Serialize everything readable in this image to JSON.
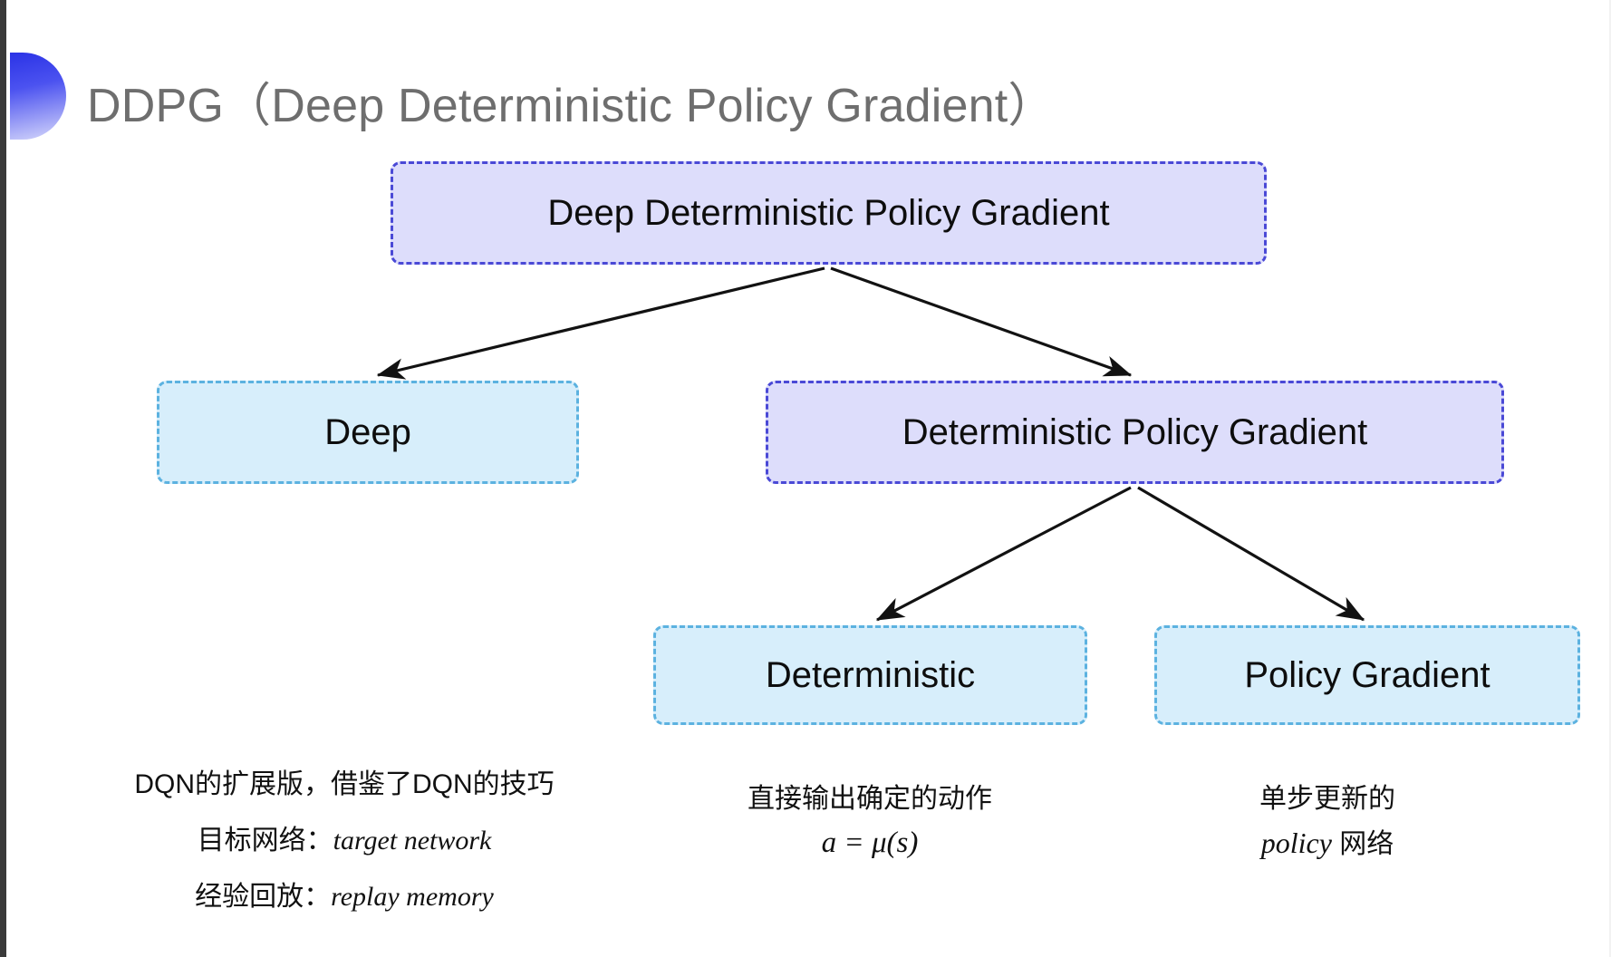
{
  "slide": {
    "title": "DDPG（Deep Deterministic Policy Gradient）",
    "accent_purple": "#4a49d6",
    "accent_cyan": "#5cb2e0",
    "fill_purple": "#ddddfb",
    "fill_cyan": "#d7eefb",
    "title_color": "#6e6e6e",
    "background": "#ffffff"
  },
  "diagram": {
    "nodes": [
      {
        "id": "root",
        "label": "Deep Deterministic Policy Gradient",
        "style": "purple"
      },
      {
        "id": "deep",
        "label": "Deep",
        "style": "cyan"
      },
      {
        "id": "dpg",
        "label": "Deterministic Policy Gradient",
        "style": "purple"
      },
      {
        "id": "det",
        "label": "Deterministic",
        "style": "cyan"
      },
      {
        "id": "pg",
        "label": "Policy Gradient",
        "style": "cyan"
      }
    ],
    "edges": [
      {
        "from": "root",
        "to": "deep"
      },
      {
        "from": "root",
        "to": "dpg"
      },
      {
        "from": "dpg",
        "to": "det"
      },
      {
        "from": "dpg",
        "to": "pg"
      }
    ]
  },
  "captions": {
    "deep": {
      "line1": "DQN的扩展版，借鉴了DQN的技巧",
      "line2_label": "目标网络：",
      "line2_term": "target network",
      "line3_label": "经验回放：",
      "line3_term": "replay memory"
    },
    "deterministic": {
      "line1": "直接输出确定的动作",
      "formula": "a = μ(s)"
    },
    "policy_gradient": {
      "line1": "单步更新的",
      "line2_term": "policy",
      "line2_suffix": " 网络"
    }
  }
}
